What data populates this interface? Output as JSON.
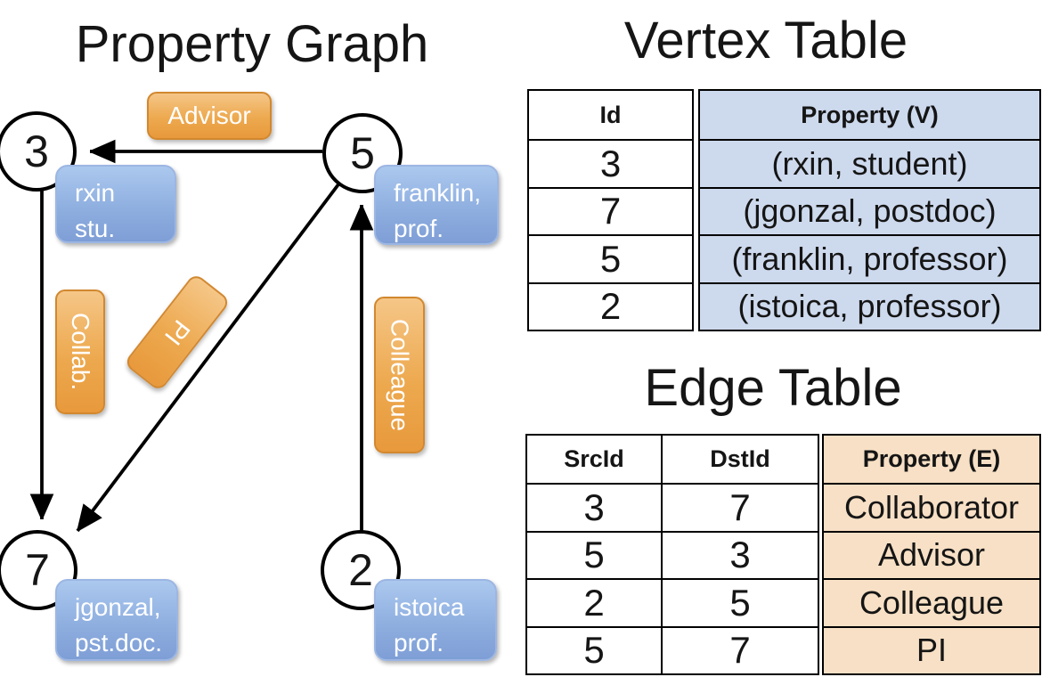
{
  "titles": {
    "graph": "Property Graph",
    "vertex_table": "Vertex Table",
    "edge_table": "Edge Table"
  },
  "graph": {
    "nodes": [
      {
        "id": "3"
      },
      {
        "id": "5"
      },
      {
        "id": "7"
      },
      {
        "id": "2"
      }
    ],
    "edge_labels": {
      "advisor": "Advisor",
      "collab": "Collab.",
      "pi": "PI",
      "colleague": "Colleague"
    },
    "edges": [
      {
        "from": "5",
        "to": "3",
        "label": "Advisor"
      },
      {
        "from": "3",
        "to": "7",
        "label": "Collab."
      },
      {
        "from": "5",
        "to": "7",
        "label": "PI"
      },
      {
        "from": "2",
        "to": "5",
        "label": "Colleague"
      }
    ],
    "property_boxes": {
      "rxin": {
        "line1": "rxin",
        "line2": "stu."
      },
      "franklin": {
        "line1": "franklin,",
        "line2": "prof."
      },
      "jgonzal": {
        "line1": "jgonzal,",
        "line2": "pst.doc."
      },
      "istoica": {
        "line1": "istoica",
        "line2": "prof."
      }
    }
  },
  "vertex_table": {
    "headers": {
      "id": "Id",
      "property": "Property (V)"
    },
    "rows": [
      {
        "id": "3",
        "property": "(rxin, student)"
      },
      {
        "id": "7",
        "property": "(jgonzal, postdoc)"
      },
      {
        "id": "5",
        "property": "(franklin, professor)"
      },
      {
        "id": "2",
        "property": "(istoica, professor)"
      }
    ]
  },
  "edge_table": {
    "headers": {
      "src": "SrcId",
      "dst": "DstId",
      "property": "Property (E)"
    },
    "rows": [
      {
        "src": "3",
        "dst": "7",
        "property": "Collaborator"
      },
      {
        "src": "5",
        "dst": "3",
        "property": "Advisor"
      },
      {
        "src": "2",
        "dst": "5",
        "property": "Colleague"
      },
      {
        "src": "5",
        "dst": "7",
        "property": "PI"
      }
    ]
  },
  "colors": {
    "edge_label_orange_top": "#f5c687",
    "edge_label_orange_bottom": "#e8993c",
    "edge_label_border": "#d2882f",
    "vertex_box_blue_top": "#abc8ee",
    "vertex_box_blue_bottom": "#7e9ed6",
    "vertex_table_cell": "#cdd9ed",
    "edge_table_cell": "#f7e0c5",
    "line_color": "#000000",
    "text_on_boxes": "#ffffff"
  }
}
